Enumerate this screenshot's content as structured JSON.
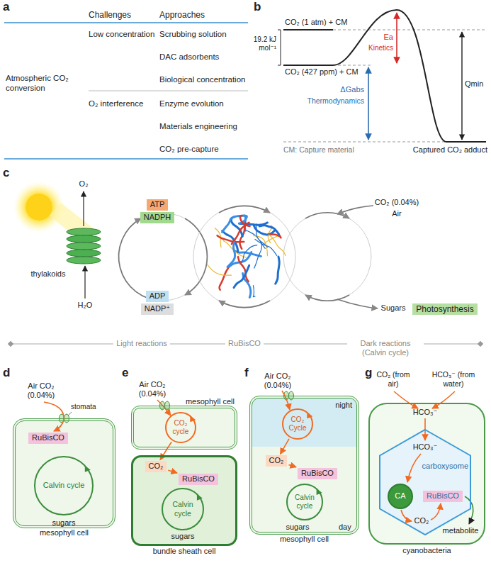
{
  "diagram": {
    "nodes": [
      {
        "text": [
          "ATP"
        ]
      },
      {
        "text": [
          "NADPH"
        ]
      },
      {
        "text": [
          "ADP"
        ]
      },
      {
        "text": [
          "NADP⁺"
        ]
      },
      {
        "text": [
          "Photosynthesis"
        ]
      },
      {
        "text": [
          "mesophyll cell"
        ]
      },
      {
        "text": [
          "RuBisCO"
        ],
        "in": 5
      },
      {
        "text": [
          "Calvin cycle"
        ],
        "in": 5
      },
      {
        "text": [
          "mesophyll cell"
        ]
      },
      {
        "text": [
          "CO₂ cycle"
        ],
        "in": 8
      },
      {
        "text": [
          "bundle sheath cell"
        ]
      },
      {
        "text": [
          "CO₂"
        ],
        "in": 10
      },
      {
        "text": [
          "RuBisCO"
        ],
        "in": 10
      },
      {
        "text": [
          "Calvin cycle"
        ],
        "in": 10
      },
      {
        "text": [
          "mesophyll cell"
        ]
      },
      {
        "text": [
          "night"
        ],
        "in": 14
      },
      {
        "text": [
          "CO₂ Cycle"
        ],
        "in": 15
      },
      {
        "text": [
          "CO₂"
        ],
        "in": 14
      },
      {
        "text": [
          "RuBisCO"
        ],
        "in": 14
      },
      {
        "text": [
          "Calvin cycle"
        ],
        "in": 14
      },
      {
        "text": [
          "cyanobacteria"
        ]
      },
      {
        "text": [
          "carboxysome"
        ],
        "in": 20
      },
      {
        "text": [
          "CA"
        ],
        "in": 21
      },
      {
        "text": [
          "RuBisCO"
        ],
        "in": 21
      }
    ],
    "edges": [
      {
        "from": 9,
        "to": 11,
        "arrow": "to"
      },
      {
        "from": 11,
        "to": 12,
        "arrow": "to"
      },
      {
        "from": 16,
        "to": 17,
        "arrow": "to"
      },
      {
        "from": 17,
        "to": 18,
        "arrow": "to"
      }
    ],
    "labels": [
      "a",
      "Challenges",
      "Approaches",
      "Atmospheric CO₂ conversion",
      "Low concentration",
      "Scrubbing solution",
      "DAC adsorbents",
      "Biological concentration",
      "O₂ interference",
      "Enzyme evolution",
      "Materials engineering",
      "CO₂ pre-capture",
      "b",
      "CO₂ (1 atm) + CM",
      "19.2 kJ mol⁻¹",
      "CO₂ (427 ppm) + CM",
      "Ea",
      "Kinetics",
      "ΔGabs",
      "Thermodynamics",
      "Qmin",
      "Captured CO₂ adduct",
      "CM: Capture material",
      "c",
      "O₂",
      "thylakoids",
      "H₂O",
      "CO₂ (0.04%)",
      "Air",
      "Sugars",
      "Light reactions",
      "RuBisCO",
      "Dark reactions (Calvin cycle)",
      "d",
      "Air CO₂ (0.04%)",
      "stomata",
      "sugars",
      "e",
      "Air CO₂ (0.04%)",
      "sugars",
      "f",
      "Air CO₂ (0.04%)",
      "sugars",
      "day",
      "g",
      "CO₂ (from air)",
      "HCO₃⁻ (from water)",
      "HCO₃⁻",
      "HCO₃⁻",
      "CO₂",
      "metabolite"
    ]
  }
}
